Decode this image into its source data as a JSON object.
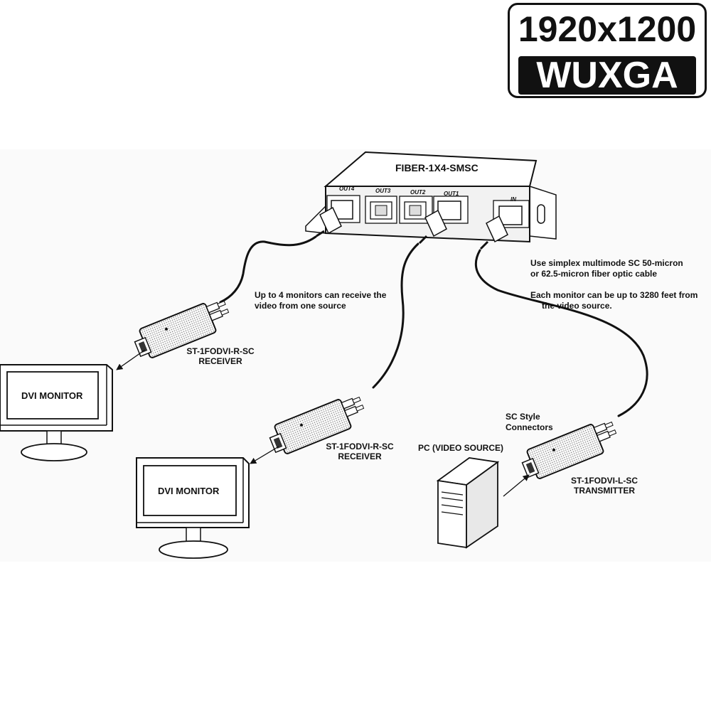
{
  "badge": {
    "resolution": "1920x1200",
    "name": "WUXGA"
  },
  "splitter": {
    "title": "FIBER-1X4-SMSC",
    "ports": [
      "OUT4",
      "OUT3",
      "OUT2",
      "OUT1",
      "IN"
    ]
  },
  "notes": {
    "cable_line1": "Use simplex multimode SC 50-micron",
    "cable_line2": "or 62.5-micron fiber optic cable",
    "distance_line1": "Each monitor can be up to 3280 feet from",
    "distance_line2": "the video source.",
    "monitors_line1": "Up to 4 monitors can receive the",
    "monitors_line2": "video from one source",
    "connectors_line1": "SC Style",
    "connectors_line2": "Connectors"
  },
  "receiver1": {
    "model": "ST-1FODVI-R-SC",
    "role": "RECEIVER"
  },
  "receiver2": {
    "model": "ST-1FODVI-R-SC",
    "role": "RECEIVER"
  },
  "transmitter": {
    "model": "ST-1FODVI-L-SC",
    "role": "TRANSMITTER"
  },
  "monitor1": {
    "label": "DVI MONITOR"
  },
  "monitor2": {
    "label": "DVI MONITOR"
  },
  "pc": {
    "label": "PC (VIDEO SOURCE)"
  },
  "colors": {
    "ink": "#111111",
    "background": "#ffffff",
    "panel": "#f2f2f2"
  }
}
